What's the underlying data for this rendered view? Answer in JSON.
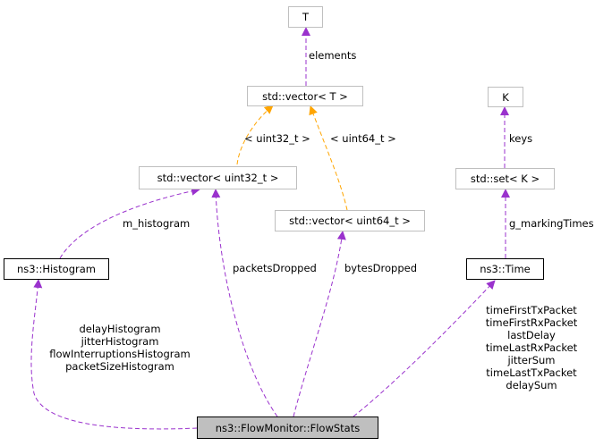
{
  "colors": {
    "member_edge": "#9a32cd",
    "template_edge": "#ffa500",
    "node_border_external": "#bfbfbf",
    "node_border_documented": "#000000",
    "main_node_fill": "#bfbfbf"
  },
  "nodes": {
    "t": "T",
    "vector_t": "std::vector< T >",
    "vector_uint32": "std::vector< uint32_t >",
    "vector_uint64": "std::vector< uint64_t >",
    "k": "K",
    "set_k": "std::set< K >",
    "histogram": "ns3::Histogram",
    "time": "ns3::Time",
    "flowstats": "ns3::FlowMonitor::FlowStats"
  },
  "edge_labels": {
    "elements": "elements",
    "uint32_t": "< uint32_t >",
    "uint64_t": "< uint64_t >",
    "keys": "keys",
    "g_marking_times": "g_markingTimes",
    "m_histogram": "m_histogram",
    "packets_dropped": "packetsDropped",
    "bytes_dropped": "bytesDropped",
    "histogram_members": [
      "delayHistogram",
      "jitterHistogram",
      "flowInterruptionsHistogram",
      "packetSizeHistogram"
    ],
    "time_members": [
      "timeFirstTxPacket",
      "timeFirstRxPacket",
      "lastDelay",
      "timeLastRxPacket",
      "jitterSum",
      "timeLastTxPacket",
      "delaySum"
    ]
  }
}
